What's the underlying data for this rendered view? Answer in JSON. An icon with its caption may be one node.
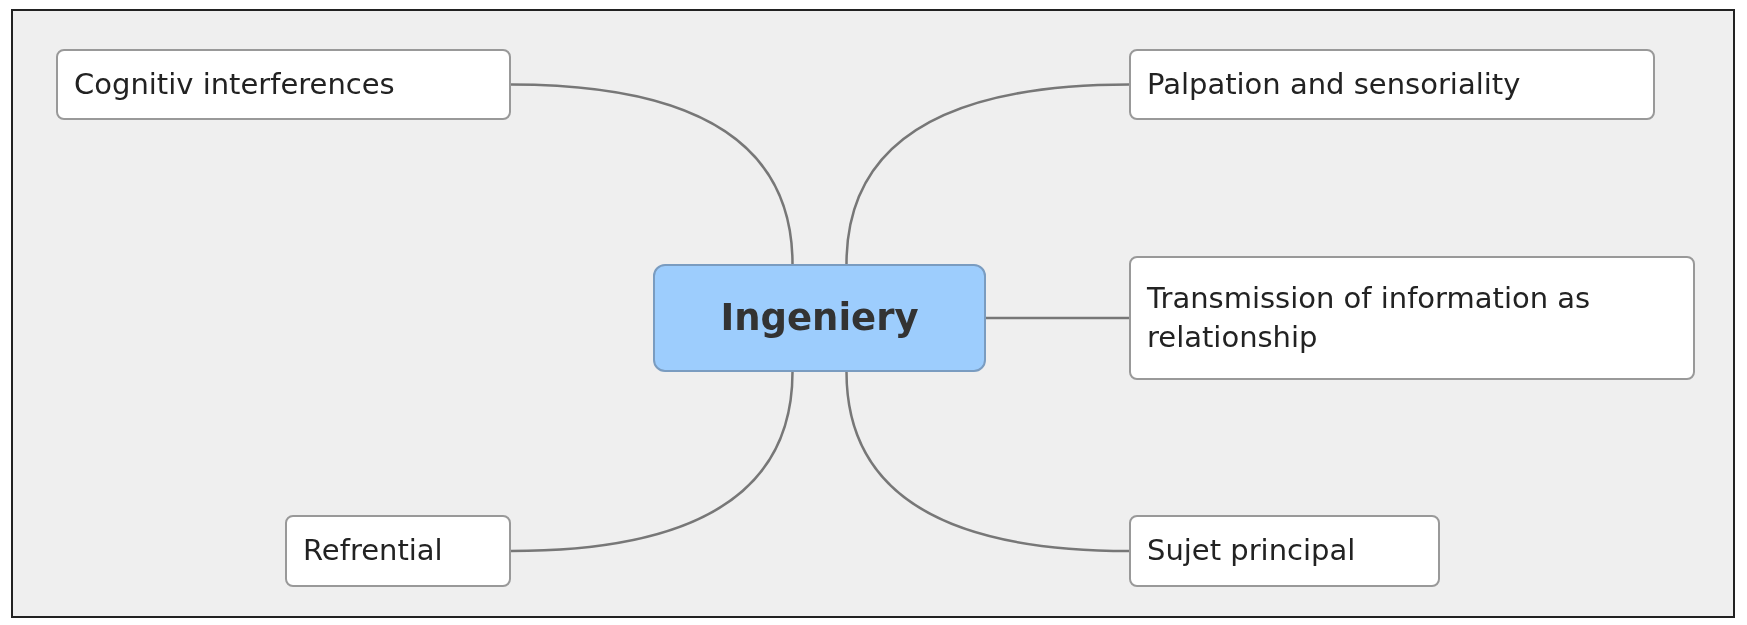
{
  "diagram": {
    "nodes": [
      {
        "text": [
          "Ingeniery"
        ]
      },
      {
        "text": [
          "Cognitiv interferences"
        ]
      },
      {
        "text": [
          "Palpation and sensoriality"
        ]
      },
      {
        "text": [
          "Transmission of information as relationship"
        ]
      },
      {
        "text": [
          "Refrential"
        ]
      },
      {
        "text": [
          "Sujet principal"
        ]
      }
    ],
    "edges": [
      {
        "from": 0,
        "to": 1,
        "arrow": "none"
      },
      {
        "from": 0,
        "to": 2,
        "arrow": "none"
      },
      {
        "from": 0,
        "to": 3,
        "arrow": "none"
      },
      {
        "from": 0,
        "to": 4,
        "arrow": "none"
      },
      {
        "from": 0,
        "to": 5,
        "arrow": "none"
      }
    ]
  }
}
